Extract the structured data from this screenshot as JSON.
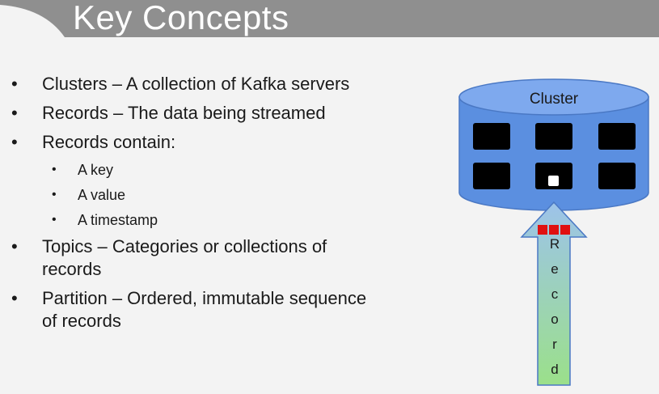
{
  "slide": {
    "title": "Key Concepts",
    "bullets": [
      {
        "level": 1,
        "text": "Clusters – A collection of Kafka servers"
      },
      {
        "level": 1,
        "text": "Records – The data being streamed"
      },
      {
        "level": 1,
        "text": "Records contain:"
      },
      {
        "level": 2,
        "text": "A key"
      },
      {
        "level": 2,
        "text": "A value"
      },
      {
        "level": 2,
        "text": "A timestamp"
      },
      {
        "level": 1,
        "text": "Topics – Categories or collections of records"
      },
      {
        "level": 1,
        "text": "Partition – Ordered, immutable sequence of records"
      }
    ]
  },
  "diagram": {
    "cluster_label": "Cluster",
    "arrow_letters": [
      "R",
      "e",
      "c",
      "o",
      "r",
      "d"
    ],
    "colors": {
      "cylinder": "#5b8fe0",
      "cylinder_top": "#7ea9ee",
      "server_box": "#000000",
      "record_square": "#e01010",
      "arrow_top": "#9dc3ea",
      "arrow_bottom": "#9be08a"
    }
  }
}
